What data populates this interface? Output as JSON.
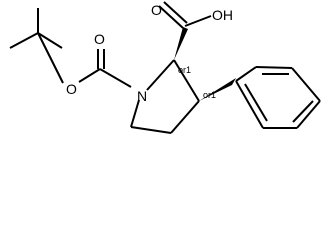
{
  "molecule": {
    "atoms": {
      "hydroxyl": "OH",
      "ester_oxygen": "O",
      "carbonyl_oxygen_boc": "O",
      "carbonyl_oxygen_acid": "O",
      "ring_nitrogen": "N"
    },
    "stereo": {
      "c2": "or1",
      "c3": "or1"
    }
  }
}
